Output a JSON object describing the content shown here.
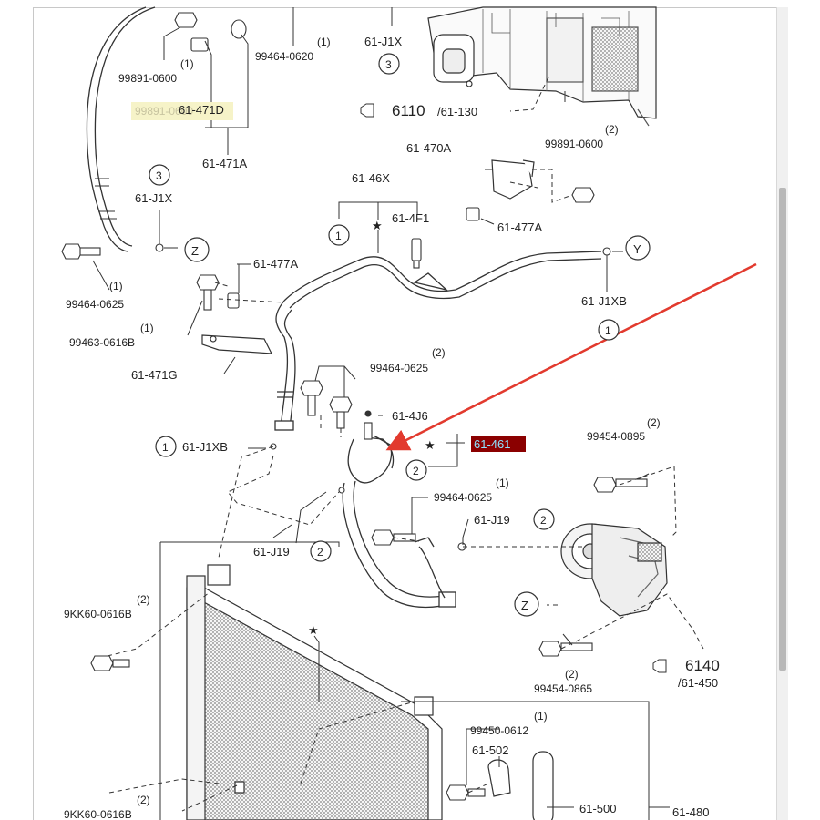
{
  "diagram": {
    "part_labels": {
      "p_99891_0600_top": "99891-0600",
      "qty_1_top": "(1)",
      "p_61_471D": "61-471D",
      "p_61_471A": "61-471A",
      "p_99464_0620": "99464-0620",
      "qty_1_0620": "(1)",
      "p_61_J1X_top": "61-J1X",
      "circle_3_top": "3",
      "p_6110": "6110",
      "p_61_130": "/61-130",
      "qty_2_0600": "(2)",
      "p_99891_0600_r": "99891-0600",
      "p_61_470A": "61-470A",
      "circle_3_left": "3",
      "p_61_J1X_left": "61-J1X",
      "circle_Z_left": "Z",
      "p_61_46X": "61-46X",
      "circle_1_46x": "1",
      "p_61_4F1": "61-4F1",
      "p_61_477A_r": "61-477A",
      "circle_Y": "Y",
      "p_61_J1XB_r": "61-J1XB",
      "circle_1_r": "1",
      "qty_1_0625": "(1)",
      "p_99464_0625_l": "99464-0625",
      "p_61_477A_l": "61-477A",
      "qty_1_0616B": "(1)",
      "p_99463_0616B": "99463-0616B",
      "p_61_471G": "61-471G",
      "qty_2_0625": "(2)",
      "p_99464_0625_m": "99464-0625",
      "p_61_4J6": "61-4J6",
      "p_61_461": "61-461",
      "circle_2_461": "2",
      "circle_1_J1XB": "1",
      "p_61_J1XB_l": "61-J1XB",
      "qty_1_0625b": "(1)",
      "p_99464_0625_b": "99464-0625",
      "p_61_J19_r": "61-J19",
      "circle_2_J19r": "2",
      "p_61_J19_l": "61-J19",
      "circle_2_J19l": "2",
      "qty_2_0895": "(2)",
      "p_99454_0895": "99454-0895",
      "qty_2_9kk_top": "(2)",
      "p_9KK60_0616B_top": "9KK60-0616B",
      "circle_Z_comp": "Z",
      "p_6140": "6140",
      "p_61_450": "/61-450",
      "qty_2_0865": "(2)",
      "p_99454_0865": "99454-0865",
      "qty_1_0612": "(1)",
      "p_99450_0612": "99450-0612",
      "p_61_502": "61-502",
      "p_61_500": "61-500",
      "p_61_480": "61-480",
      "qty_2_9kk_bot": "(2)",
      "p_9KK60_0616B_bot": "9KK60-0616B"
    },
    "star": "★",
    "camera_icon": "camera-ref-icon",
    "colors": {
      "line": "#333333",
      "highlight_bg": "#8b0000",
      "highlight_text": "#8fe3ff",
      "arrow": "#e23a2e",
      "ghost_label_bg": "#f6f3c8"
    }
  }
}
